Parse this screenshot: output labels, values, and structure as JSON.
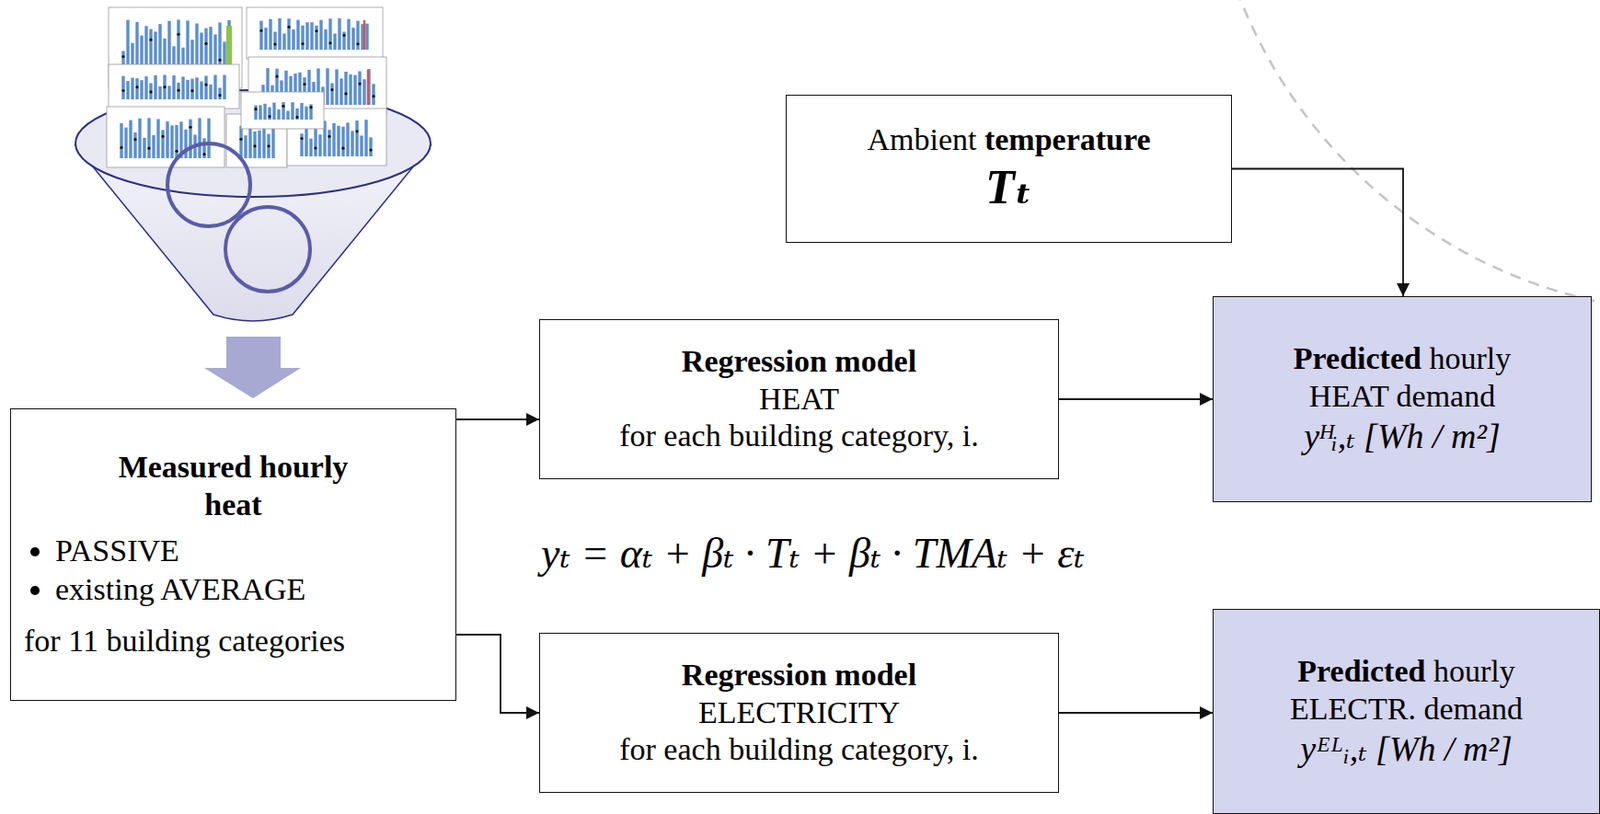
{
  "diagram": {
    "nodes": [
      {
        "text": [
          "Measured hourly heat",
          "PASSIVE",
          "existing AVERAGE",
          "for 11 building categories"
        ]
      },
      {
        "text": [
          "Regression model",
          "HEAT",
          "for each building category, i."
        ]
      },
      {
        "text": [
          "Regression model",
          "ELECTRICITY",
          "for each building category, i."
        ]
      },
      {
        "text": [
          "Ambient temperature",
          "Tₜ"
        ]
      },
      {
        "text": [
          "Predicted hourly HEAT demand",
          "yᴴᵢ,ₜ [Wh / m²]"
        ]
      },
      {
        "text": [
          "Predicted hourly ELECTR. demand",
          "yᴱᴸᵢ,ₜ [Wh / m²]"
        ]
      }
    ],
    "edges": [
      {
        "from": 0,
        "to": 1,
        "arrow": "to"
      },
      {
        "from": 0,
        "to": 2,
        "arrow": "to"
      },
      {
        "from": 1,
        "to": 4,
        "arrow": "to"
      },
      {
        "from": 2,
        "to": 5,
        "arrow": "to"
      },
      {
        "from": 3,
        "to": 4,
        "arrow": "to"
      }
    ],
    "labels": [
      "yₜ = αₜ + βₜ · Tₜ + βₜ · TMAₜ + εₜ"
    ]
  }
}
